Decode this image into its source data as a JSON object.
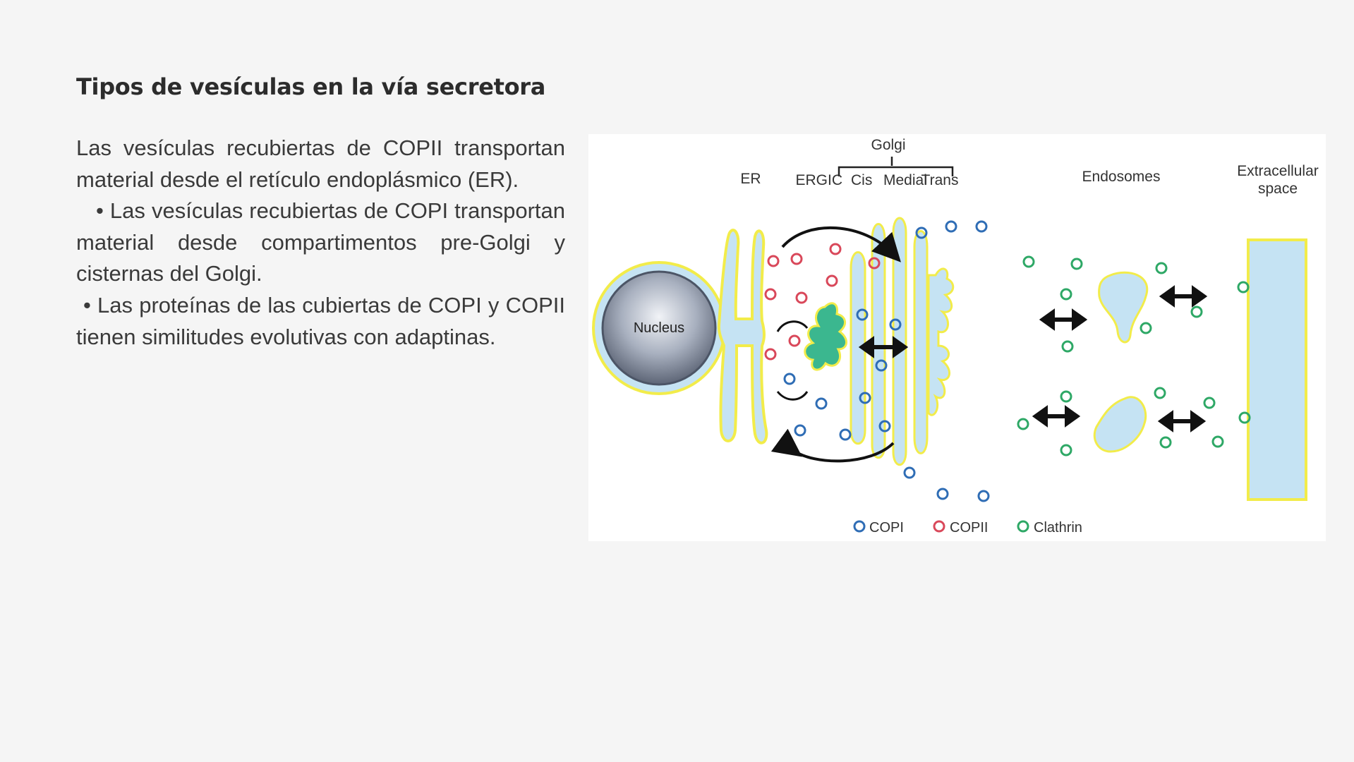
{
  "slide": {
    "title": "Tipos de vesículas en la vía secretora",
    "paragraphs": [
      "Las vesículas recubiertas de COPII transportan material desde el retículo endoplásmico (ER).",
      "• Las vesículas recubiertas de COPI transportan material desde compartimentos pre-Golgi y cisternas del Golgi.",
      "• Las proteínas de las cubiertas de COPI y COPII tienen similitudes evolutivas con adaptinas."
    ]
  },
  "diagram": {
    "labels": {
      "golgi": "Golgi",
      "er": "ER",
      "ergic": "ERGIC",
      "cis": "Cis",
      "medial": "Medial",
      "trans": "Trans",
      "endosomes": "Endosomes",
      "extracellular_1": "Extracellular",
      "extracellular_2": "space",
      "nucleus": "Nucleus"
    },
    "legend": {
      "copi": "COPI",
      "copii": "COPII",
      "clathrin": "Clathrin"
    },
    "colors": {
      "copi": "#2f6db5",
      "copii": "#d9485a",
      "clathrin": "#2ea866",
      "membrane_fill": "#c5e3f3",
      "membrane_stroke": "#f2ec4a",
      "nucleus": "#7f8899"
    }
  }
}
